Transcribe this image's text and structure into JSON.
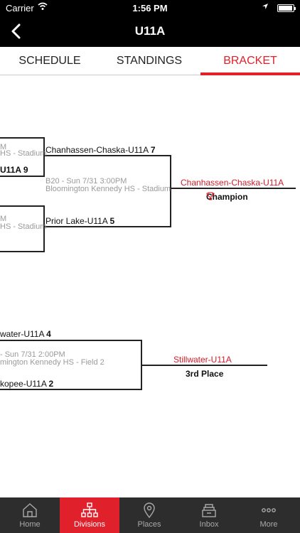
{
  "status_bar": {
    "carrier": "Carrier",
    "time": "1:56 PM"
  },
  "nav": {
    "title": "U11A"
  },
  "tabs": [
    {
      "label": "SCHEDULE",
      "active": false
    },
    {
      "label": "STANDINGS",
      "active": false
    },
    {
      "label": "BRACKET",
      "active": true
    }
  ],
  "bracket": {
    "final": {
      "top_team": {
        "name": "Chanhassen-Chaska-U11A",
        "score": "7"
      },
      "bottom_team": {
        "name": "Prior Lake-U11A",
        "score": "5"
      },
      "game": "B20 - Sun 7/31 3:00PM",
      "venue": "Bloomington Kennedy HS - Stadium",
      "winner": "Chanhassen-Chaska-U11A",
      "winner_label": "Champion",
      "trophy_icon": "trophy-icon"
    },
    "semi_top": {
      "team_score": "U11A 9",
      "venue_frag": "HS - Stadium",
      "time_frag": "M"
    },
    "semi_bottom": {
      "venue_frag": "HS - Stadium",
      "time_frag": "M"
    },
    "third_place": {
      "top_team": {
        "name": "water-U11A",
        "score": "4"
      },
      "bottom_team": {
        "name": "kopee-U11A",
        "score": "2"
      },
      "game": "- Sun 7/31 2:00PM",
      "venue": "mington Kennedy HS - Field 2",
      "winner": "Stillwater-U11A",
      "winner_label": "3rd Place"
    }
  },
  "tab_bar": [
    {
      "label": "Home",
      "icon": "home-icon",
      "active": false
    },
    {
      "label": "Divisions",
      "icon": "divisions-icon",
      "active": true
    },
    {
      "label": "Places",
      "icon": "location-pin-icon",
      "active": false
    },
    {
      "label": "Inbox",
      "icon": "inbox-icon",
      "active": false
    },
    {
      "label": "More",
      "icon": "more-icon",
      "active": false
    }
  ],
  "colors": {
    "accent": "#e0202b",
    "bar": "#000000",
    "tab_bar": "#2d2d2d"
  }
}
